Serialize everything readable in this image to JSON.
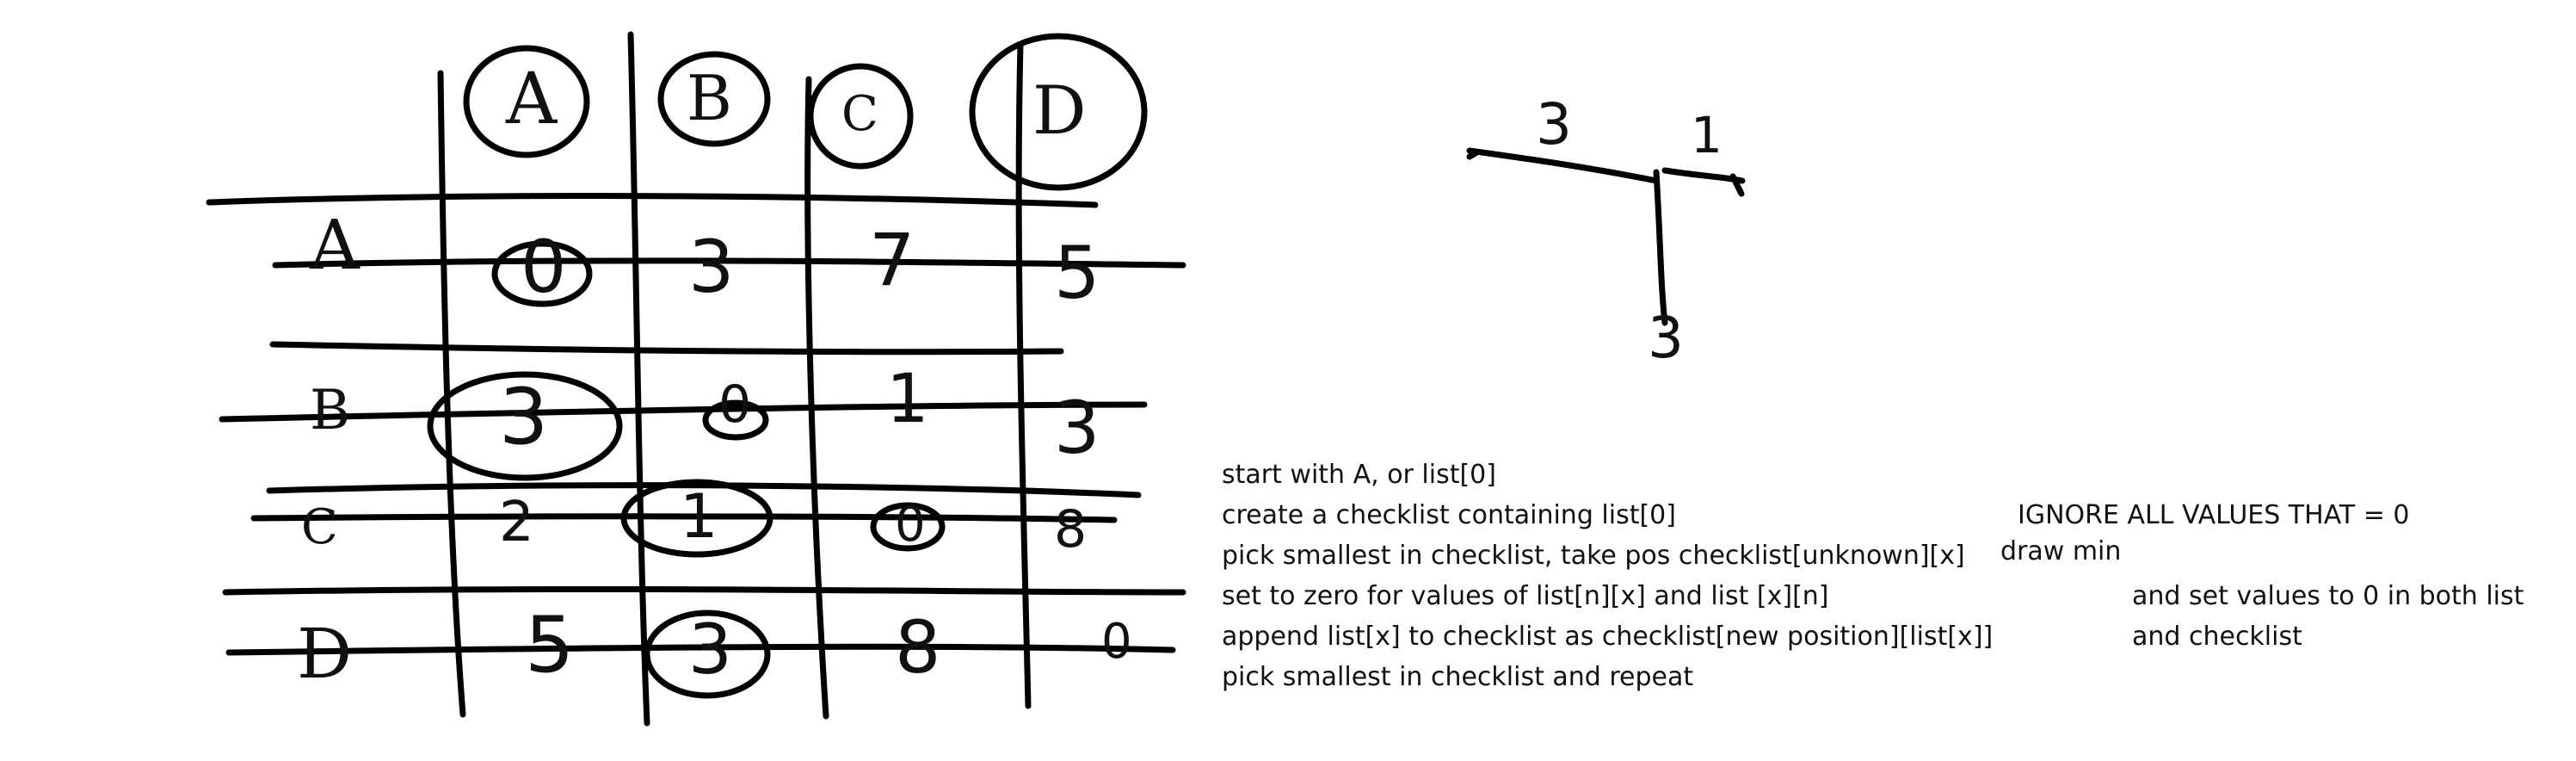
{
  "matrix": {
    "column_headers": [
      "A",
      "B",
      "C",
      "D"
    ],
    "row_headers": [
      "A",
      "B",
      "C",
      "D"
    ],
    "cells": [
      [
        "0",
        "3",
        "7",
        "5"
      ],
      [
        "3",
        "0",
        "1",
        "3"
      ],
      [
        "2",
        "1",
        "0",
        "8"
      ],
      [
        "5",
        "3",
        "8",
        "0"
      ]
    ]
  },
  "tree_sketch": {
    "left_edge_weight": "3",
    "right_edge_weight": "1",
    "down_edge_weight": "3"
  },
  "instructions": [
    "start with A, or list[0]",
    "create a checklist containing list[0]",
    "pick smallest in checklist, take pos checklist[unknown][x]",
    "set to zero for values of list[n][x] and list [x][n]",
    "append list[x] to checklist as checklist[new position][list[x]]",
    "pick smallest in checklist and repeat"
  ],
  "side_notes": {
    "ignore": "IGNORE ALL VALUES THAT = 0",
    "draw_min": "draw min",
    "set_values_line1": "and set values to 0 in both list",
    "set_values_line2": "and checklist"
  },
  "ink_color": "#000000",
  "background": "#ffffff"
}
